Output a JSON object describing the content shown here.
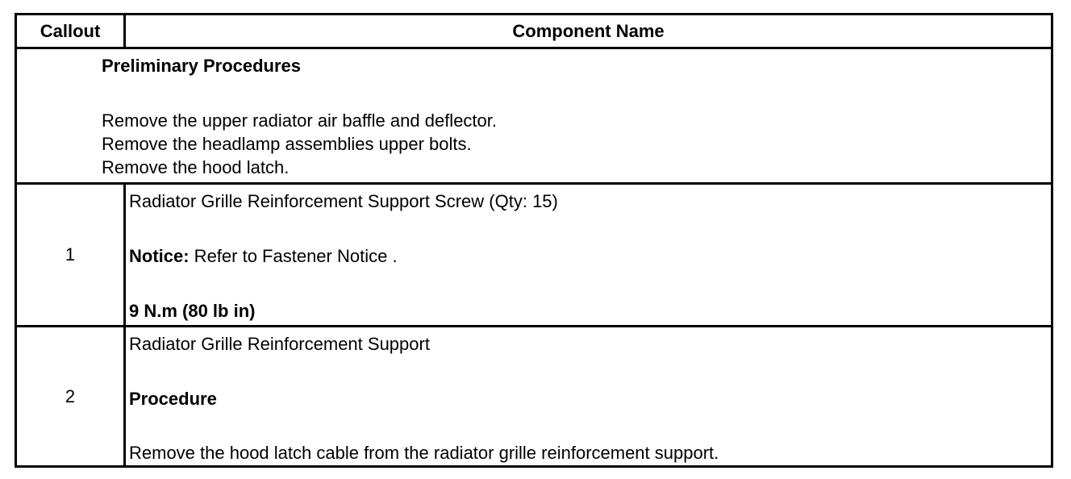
{
  "header": {
    "callout_label": "Callout",
    "component_label": "Component Name"
  },
  "preliminary": {
    "title": "Preliminary Procedures",
    "steps": [
      "Remove the upper radiator air baffle and deflector.",
      "Remove the headlamp assemblies upper bolts.",
      "Remove the hood latch."
    ]
  },
  "rows": [
    {
      "callout": "1",
      "name": "Radiator Grille Reinforcement Support Screw (Qty: 15)",
      "notice_label": "Notice:",
      "notice_text": " Refer to Fastener Notice .",
      "torque": "9 N.m (80 lb in)"
    },
    {
      "callout": "2",
      "name": "Radiator Grille Reinforcement Support",
      "procedure_label": "Procedure",
      "procedure_text": "Remove the hood latch cable from the radiator grille reinforcement support."
    }
  ]
}
